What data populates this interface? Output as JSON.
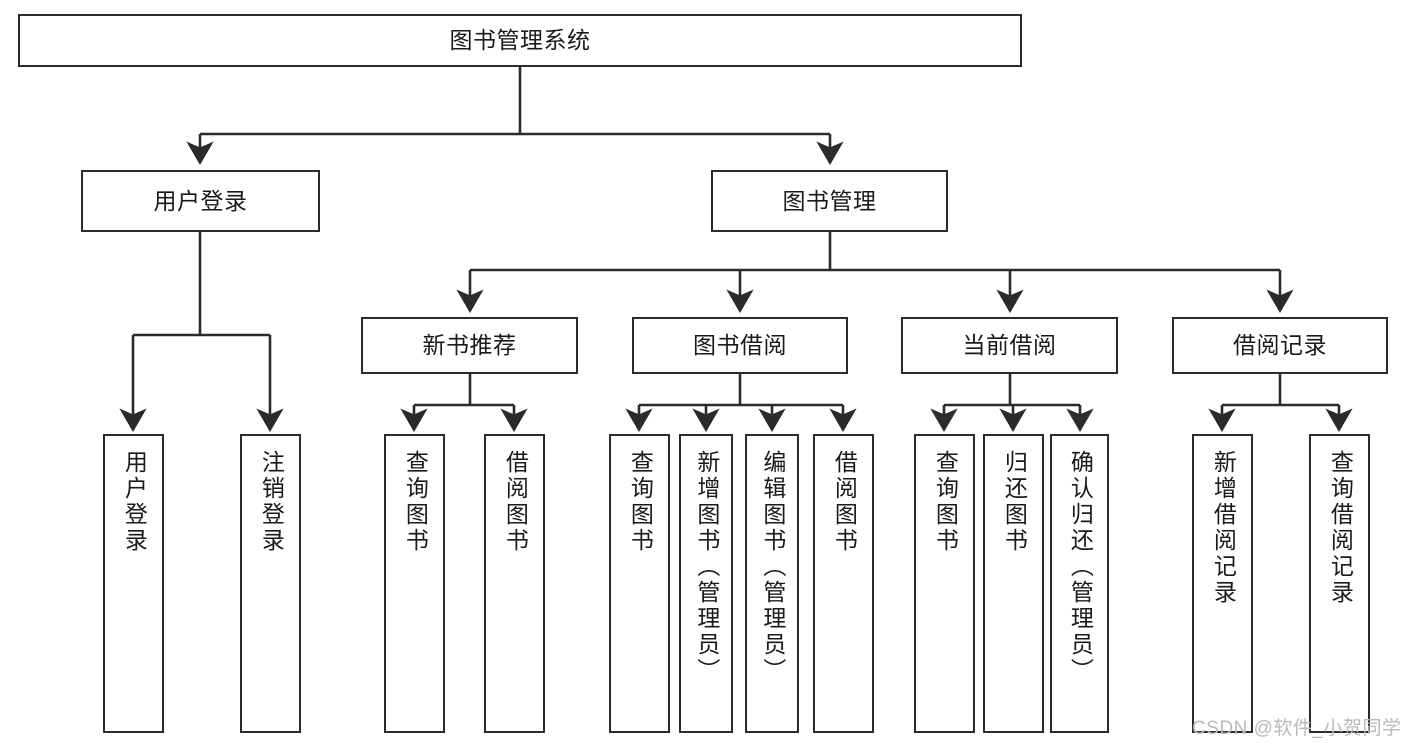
{
  "diagram": {
    "title": "图书管理系统",
    "type": "hierarchy-tree",
    "levels": 4,
    "root": {
      "label": "图书管理系统"
    },
    "level2": [
      {
        "label": "用户登录"
      },
      {
        "label": "图书管理"
      }
    ],
    "level3": [
      {
        "label": "新书推荐",
        "parent": "图书管理"
      },
      {
        "label": "图书借阅",
        "parent": "图书管理"
      },
      {
        "label": "当前借阅",
        "parent": "图书管理"
      },
      {
        "label": "借阅记录",
        "parent": "图书管理"
      }
    ],
    "leaves": {
      "user_login": [
        {
          "label": "用户登录"
        },
        {
          "label": "注销登录"
        }
      ],
      "new_book": [
        {
          "label": "查询图书"
        },
        {
          "label": "借阅图书"
        }
      ],
      "borrow_book": [
        {
          "label": "查询图书"
        },
        {
          "label": "新增图书（管理员）"
        },
        {
          "label": "编辑图书（管理员）"
        },
        {
          "label": "借阅图书"
        }
      ],
      "current_borrow": [
        {
          "label": "查询图书"
        },
        {
          "label": "归还图书"
        },
        {
          "label": "确认归还（管理员）"
        }
      ],
      "borrow_record": [
        {
          "label": "新增借阅记录"
        },
        {
          "label": "查询借阅记录"
        }
      ]
    }
  },
  "watermark": {
    "text": "CSDN @软件_小贺同学"
  },
  "colors": {
    "stroke": "#2b2b2b",
    "fill": "#ffffff",
    "text": "#1a1a1a",
    "watermark": "#b9b9b9"
  }
}
